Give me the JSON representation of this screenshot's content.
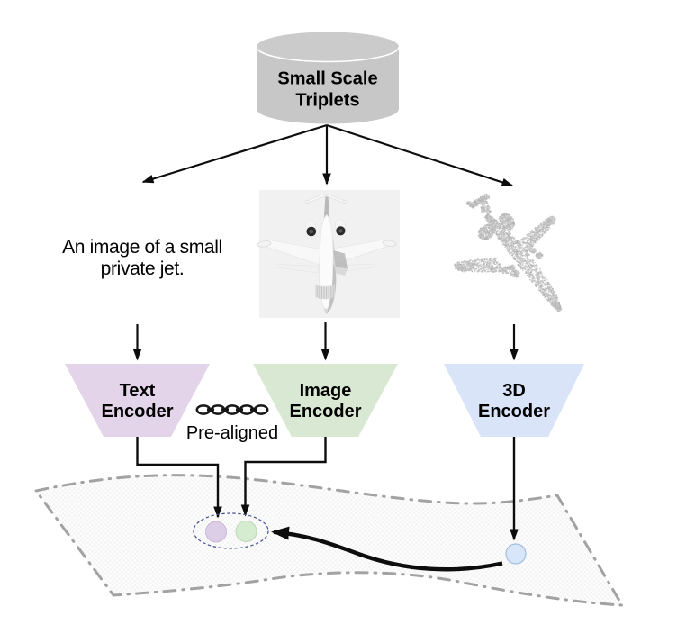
{
  "database": {
    "label": [
      "Small Scale",
      "Triplets"
    ],
    "fill": "#c7c7c7",
    "top_fill": "#cbcbcb"
  },
  "text_input": {
    "lines": [
      "An image of a small",
      "private jet."
    ]
  },
  "encoders": [
    {
      "id": "text",
      "label": [
        "Text",
        "Encoder"
      ],
      "fill": "#e3d4e9"
    },
    {
      "id": "image",
      "label": [
        "Image",
        "Encoder"
      ],
      "fill": "#d9e8d3"
    },
    {
      "id": "3d",
      "label": [
        "3D",
        "Encoder"
      ],
      "fill": "#d9e4f8"
    }
  ],
  "prealigned_label": "Pre-aligned",
  "embedding": {
    "text_dot_fill": "#ddcee7",
    "text_dot_stroke": "#cbb8d8",
    "image_dot_fill": "#d6ecd1",
    "image_dot_stroke": "#bcd9b4",
    "threed_dot_fill": "#d7e6f9",
    "threed_dot_stroke": "#a4bddd",
    "cluster_ellipse_stroke": "#44508e",
    "surface_stroke": "#a2a2a2",
    "surface_base": "#fdfdfd",
    "surface_texture": "#efefef"
  },
  "palette": {
    "arrow": "#0d0d0d",
    "image_bg": "#f1f1f1",
    "pointcloud_grays": [
      "#b2b2b2",
      "#bcbcbc",
      "#c6c6c6",
      "#cfcfcf"
    ]
  }
}
